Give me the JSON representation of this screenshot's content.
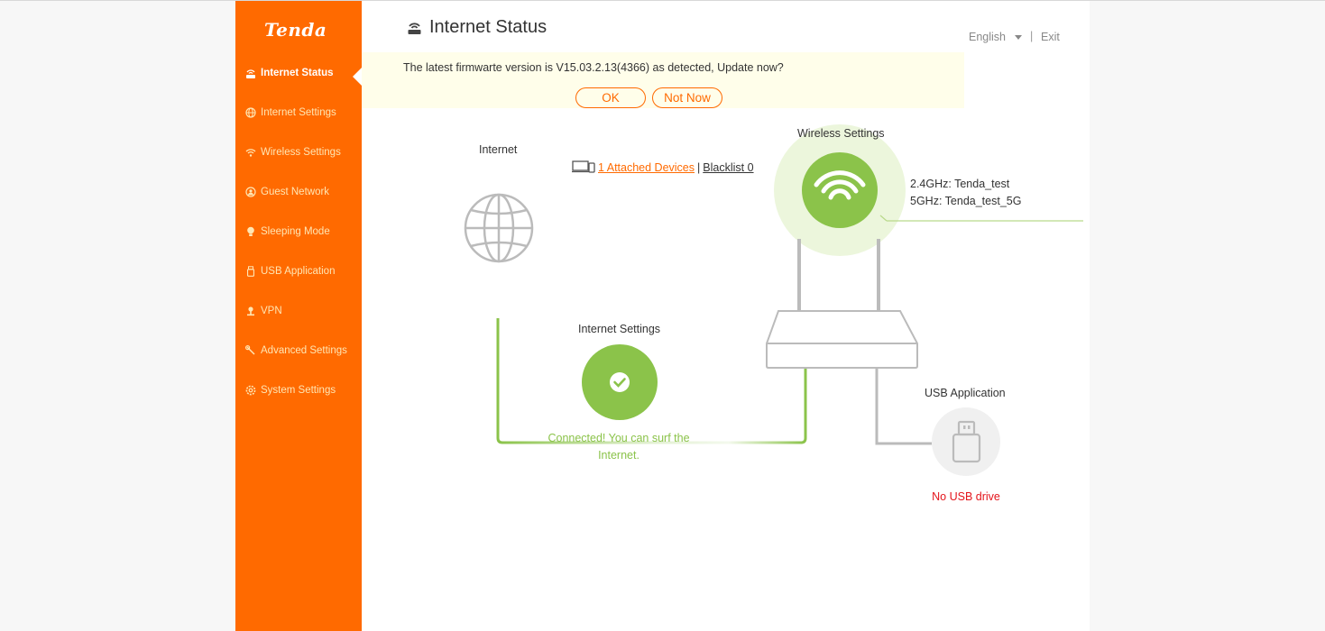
{
  "app": {
    "brand": "Tenda",
    "page_title": "Internet Status"
  },
  "header": {
    "language": "English",
    "separator": "|",
    "exit_label": "Exit"
  },
  "sidebar": {
    "items": [
      {
        "label": "Internet Status",
        "icon": "router-icon",
        "active": true
      },
      {
        "label": "Internet Settings",
        "icon": "globe-icon"
      },
      {
        "label": "Wireless Settings",
        "icon": "wifi-icon"
      },
      {
        "label": "Guest Network",
        "icon": "guest-icon"
      },
      {
        "label": "Sleeping Mode",
        "icon": "bulb-icon"
      },
      {
        "label": "USB Application",
        "icon": "usb-icon"
      },
      {
        "label": "VPN",
        "icon": "vpn-icon"
      },
      {
        "label": "Advanced Settings",
        "icon": "wrench-icon"
      },
      {
        "label": "System Settings",
        "icon": "gear-icon"
      }
    ]
  },
  "notice": {
    "text": "The latest firmwarte version is V15.03.2.13(4366) as detected, Update now?",
    "ok_label": "OK",
    "not_now_label": "Not Now"
  },
  "diagram": {
    "internet_label": "Internet",
    "attached_devices_label": "1 Attached Devices",
    "attached_separator": "|",
    "blacklist_label": "Blacklist 0",
    "wireless_label": "Wireless Settings",
    "ssid_24": "2.4GHz: Tenda_test",
    "ssid_5": "5GHz: Tenda_test_5G",
    "internet_settings_label": "Internet Settings",
    "connection_status": "Connected! You can surf the Internet.",
    "usb_label": "USB Application",
    "usb_status": "No USB drive"
  },
  "colors": {
    "brand": "#ff6a00",
    "ok_green": "#8bc34a",
    "error_red": "#e4141b",
    "notice_bg": "#fffeea"
  }
}
